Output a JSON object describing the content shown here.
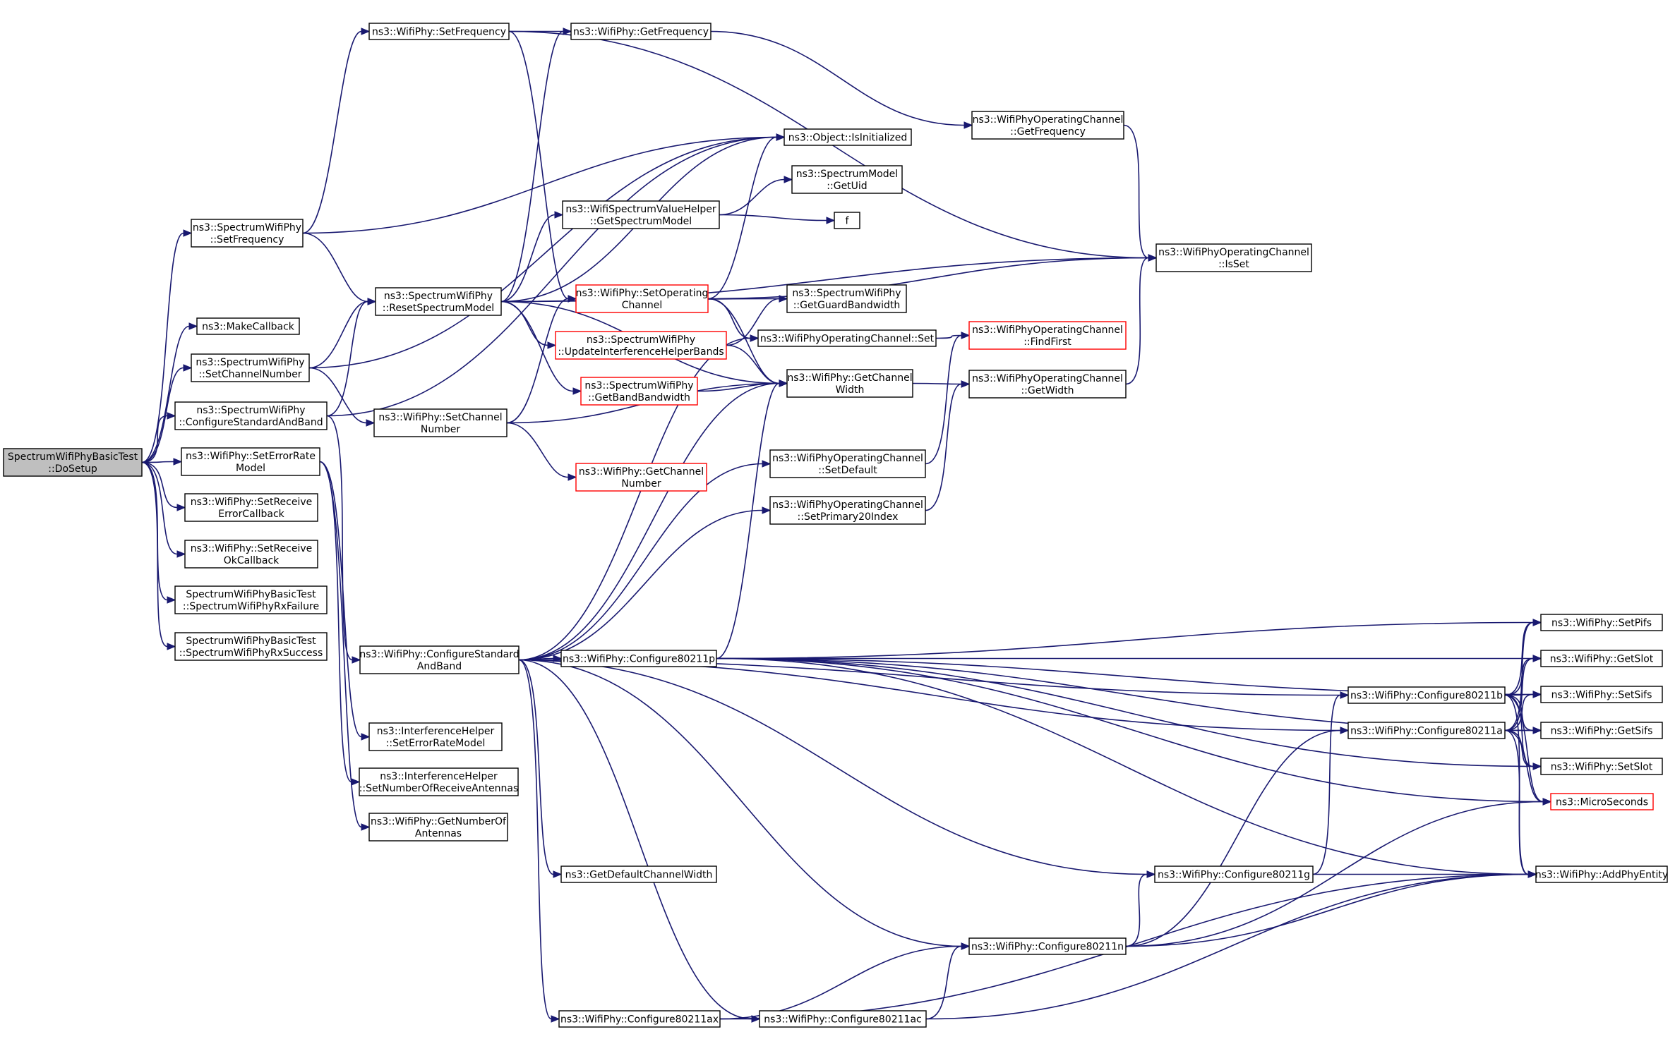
{
  "colors": {
    "edge": "#191970",
    "node_border": "#000000",
    "truncated_border": "#ff0000",
    "root_fill": "#bfbfbf"
  },
  "nodes": [
    {
      "id": "root",
      "lines": [
        "SpectrumWifiPhyBasicTest",
        "::DoSetup"
      ],
      "style": "root"
    },
    {
      "id": "sf",
      "lines": [
        "ns3::SpectrumWifiPhy",
        "::SetFrequency"
      ]
    },
    {
      "id": "mc",
      "lines": [
        "ns3::MakeCallback"
      ]
    },
    {
      "id": "scn",
      "lines": [
        "ns3::SpectrumWifiPhy",
        "::SetChannelNumber"
      ]
    },
    {
      "id": "csab",
      "lines": [
        "ns3::SpectrumWifiPhy",
        "::ConfigureStandardAndBand"
      ]
    },
    {
      "id": "serm",
      "lines": [
        "ns3::WifiPhy::SetErrorRate",
        "Model"
      ]
    },
    {
      "id": "srec",
      "lines": [
        "ns3::WifiPhy::SetReceive",
        "ErrorCallback"
      ]
    },
    {
      "id": "sroc",
      "lines": [
        "ns3::WifiPhy::SetReceive",
        "OkCallback"
      ]
    },
    {
      "id": "rxf",
      "lines": [
        "SpectrumWifiPhyBasicTest",
        "::SpectrumWifiPhyRxFailure"
      ]
    },
    {
      "id": "rxs",
      "lines": [
        "SpectrumWifiPhyBasicTest",
        "::SpectrumWifiPhyRxSuccess"
      ]
    },
    {
      "id": "wsf",
      "lines": [
        "ns3::WifiPhy::SetFrequency"
      ]
    },
    {
      "id": "rsm",
      "lines": [
        "ns3::SpectrumWifiPhy",
        "::ResetSpectrumModel"
      ]
    },
    {
      "id": "wscn",
      "lines": [
        "ns3::WifiPhy::SetChannel",
        "Number"
      ]
    },
    {
      "id": "csb",
      "lines": [
        "ns3::WifiPhy::ConfigureStandard",
        "AndBand"
      ]
    },
    {
      "id": "ihserm",
      "lines": [
        "ns3::InterferenceHelper",
        "::SetErrorRateModel"
      ]
    },
    {
      "id": "ihsnra",
      "lines": [
        "ns3::InterferenceHelper",
        "::SetNumberOfReceiveAntennas"
      ]
    },
    {
      "id": "gnoa",
      "lines": [
        "ns3::WifiPhy::GetNumberOf",
        "Antennas"
      ]
    },
    {
      "id": "gf",
      "lines": [
        "ns3::WifiPhy::GetFrequency"
      ]
    },
    {
      "id": "wsvh",
      "lines": [
        "ns3::WifiSpectrumValueHelper",
        "::GetSpectrumModel"
      ]
    },
    {
      "id": "soc",
      "lines": [
        "ns3::WifiPhy::SetOperating",
        "Channel"
      ],
      "style": "red"
    },
    {
      "id": "uihb",
      "lines": [
        "ns3::SpectrumWifiPhy",
        "::UpdateInterferenceHelperBands"
      ],
      "style": "red"
    },
    {
      "id": "gbb",
      "lines": [
        "ns3::SpectrumWifiPhy",
        "::GetBandBandwidth"
      ],
      "style": "red"
    },
    {
      "id": "gcn",
      "lines": [
        "ns3::WifiPhy::GetChannel",
        "Number"
      ],
      "style": "red"
    },
    {
      "id": "c11p",
      "lines": [
        "ns3::WifiPhy::Configure80211p"
      ]
    },
    {
      "id": "gdcw",
      "lines": [
        "ns3::GetDefaultChannelWidth"
      ]
    },
    {
      "id": "c11ax",
      "lines": [
        "ns3::WifiPhy::Configure80211ax"
      ]
    },
    {
      "id": "isinit",
      "lines": [
        "ns3::Object::IsInitialized"
      ]
    },
    {
      "id": "smgu",
      "lines": [
        "ns3::SpectrumModel",
        "::GetUid"
      ]
    },
    {
      "id": "f",
      "lines": [
        "f"
      ]
    },
    {
      "id": "ggb",
      "lines": [
        "ns3::SpectrumWifiPhy",
        "::GetGuardBandwidth"
      ]
    },
    {
      "id": "wocset",
      "lines": [
        "ns3::WifiPhyOperatingChannel::Set"
      ]
    },
    {
      "id": "gcw",
      "lines": [
        "ns3::WifiPhy::GetChannel",
        "Width"
      ]
    },
    {
      "id": "wocsd",
      "lines": [
        "ns3::WifiPhyOperatingChannel",
        "::SetDefault"
      ]
    },
    {
      "id": "wocsp",
      "lines": [
        "ns3::WifiPhyOperatingChannel",
        "::SetPrimary20Index"
      ]
    },
    {
      "id": "c11ac",
      "lines": [
        "ns3::WifiPhy::Configure80211ac"
      ]
    },
    {
      "id": "wocgf",
      "lines": [
        "ns3::WifiPhyOperatingChannel",
        "::GetFrequency"
      ]
    },
    {
      "id": "wocff",
      "lines": [
        "ns3::WifiPhyOperatingChannel",
        "::FindFirst"
      ],
      "style": "red"
    },
    {
      "id": "wocgw",
      "lines": [
        "ns3::WifiPhyOperatingChannel",
        "::GetWidth"
      ]
    },
    {
      "id": "c11g",
      "lines": [
        "ns3::WifiPhy::Configure80211g"
      ]
    },
    {
      "id": "c11n",
      "lines": [
        "ns3::WifiPhy::Configure80211n"
      ]
    },
    {
      "id": "wocis",
      "lines": [
        "ns3::WifiPhyOperatingChannel",
        "::IsSet"
      ]
    },
    {
      "id": "c11b",
      "lines": [
        "ns3::WifiPhy::Configure80211b"
      ]
    },
    {
      "id": "c11a",
      "lines": [
        "ns3::WifiPhy::Configure80211a"
      ]
    },
    {
      "id": "spifs",
      "lines": [
        "ns3::WifiPhy::SetPifs"
      ]
    },
    {
      "id": "gslot",
      "lines": [
        "ns3::WifiPhy::GetSlot"
      ]
    },
    {
      "id": "ssifs",
      "lines": [
        "ns3::WifiPhy::SetSifs"
      ]
    },
    {
      "id": "gsifs",
      "lines": [
        "ns3::WifiPhy::GetSifs"
      ]
    },
    {
      "id": "sslot",
      "lines": [
        "ns3::WifiPhy::SetSlot"
      ]
    },
    {
      "id": "micro",
      "lines": [
        "ns3::MicroSeconds"
      ],
      "style": "red"
    },
    {
      "id": "ape",
      "lines": [
        "ns3::WifiPhy::AddPhyEntity"
      ]
    }
  ],
  "edges": [
    [
      "root",
      "sf"
    ],
    [
      "root",
      "mc"
    ],
    [
      "root",
      "scn"
    ],
    [
      "root",
      "csab"
    ],
    [
      "root",
      "serm"
    ],
    [
      "root",
      "srec"
    ],
    [
      "root",
      "sroc"
    ],
    [
      "root",
      "rxf"
    ],
    [
      "root",
      "rxs"
    ],
    [
      "sf",
      "wsf"
    ],
    [
      "sf",
      "isinit"
    ],
    [
      "sf",
      "rsm"
    ],
    [
      "scn",
      "isinit"
    ],
    [
      "scn",
      "rsm"
    ],
    [
      "scn",
      "wscn"
    ],
    [
      "csab",
      "isinit"
    ],
    [
      "csab",
      "rsm"
    ],
    [
      "csab",
      "csb"
    ],
    [
      "serm",
      "ihserm"
    ],
    [
      "serm",
      "ihsnra"
    ],
    [
      "serm",
      "gnoa"
    ],
    [
      "wsf",
      "gf"
    ],
    [
      "wsf",
      "soc"
    ],
    [
      "wsf",
      "wocis"
    ],
    [
      "rsm",
      "gf"
    ],
    [
      "rsm",
      "isinit"
    ],
    [
      "rsm",
      "wsvh"
    ],
    [
      "rsm",
      "ggb"
    ],
    [
      "rsm",
      "uihb"
    ],
    [
      "rsm",
      "gbb"
    ],
    [
      "rsm",
      "gcw"
    ],
    [
      "rsm",
      "wocis"
    ],
    [
      "wscn",
      "soc"
    ],
    [
      "wscn",
      "gcn"
    ],
    [
      "wscn",
      "gcw"
    ],
    [
      "gf",
      "wocgf"
    ],
    [
      "wsvh",
      "smgu"
    ],
    [
      "wsvh",
      "f"
    ],
    [
      "soc",
      "isinit"
    ],
    [
      "soc",
      "wocis"
    ],
    [
      "soc",
      "wocset"
    ],
    [
      "soc",
      "gcw"
    ],
    [
      "uihb",
      "ggb"
    ],
    [
      "uihb",
      "gcw"
    ],
    [
      "gbb",
      "gcw"
    ],
    [
      "wocset",
      "wocff"
    ],
    [
      "gcw",
      "wocgw"
    ],
    [
      "wocgf",
      "wocis"
    ],
    [
      "wocgw",
      "wocis"
    ],
    [
      "wocsd",
      "wocff"
    ],
    [
      "wocsp",
      "wocgw"
    ],
    [
      "csb",
      "gcw"
    ],
    [
      "csb",
      "wocset"
    ],
    [
      "csb",
      "wocsd"
    ],
    [
      "csb",
      "wocsp"
    ],
    [
      "csb",
      "c11p"
    ],
    [
      "csb",
      "c11b"
    ],
    [
      "csb",
      "c11a"
    ],
    [
      "csb",
      "gdcw"
    ],
    [
      "csb",
      "c11g"
    ],
    [
      "csb",
      "c11n"
    ],
    [
      "csb",
      "c11ac"
    ],
    [
      "csb",
      "c11ax"
    ],
    [
      "c11p",
      "gcw"
    ],
    [
      "c11p",
      "spifs"
    ],
    [
      "c11p",
      "gslot"
    ],
    [
      "c11p",
      "ssifs"
    ],
    [
      "c11p",
      "gsifs"
    ],
    [
      "c11p",
      "sslot"
    ],
    [
      "c11p",
      "micro"
    ],
    [
      "c11p",
      "ape"
    ],
    [
      "c11b",
      "spifs"
    ],
    [
      "c11b",
      "gslot"
    ],
    [
      "c11b",
      "ssifs"
    ],
    [
      "c11b",
      "gsifs"
    ],
    [
      "c11b",
      "sslot"
    ],
    [
      "c11b",
      "micro"
    ],
    [
      "c11b",
      "ape"
    ],
    [
      "c11a",
      "spifs"
    ],
    [
      "c11a",
      "gslot"
    ],
    [
      "c11a",
      "ssifs"
    ],
    [
      "c11a",
      "gsifs"
    ],
    [
      "c11a",
      "sslot"
    ],
    [
      "c11a",
      "micro"
    ],
    [
      "c11a",
      "ape"
    ],
    [
      "c11g",
      "c11b"
    ],
    [
      "c11g",
      "ape"
    ],
    [
      "c11n",
      "c11g"
    ],
    [
      "c11n",
      "c11a"
    ],
    [
      "c11n",
      "micro"
    ],
    [
      "c11n",
      "ape"
    ],
    [
      "c11ac",
      "c11n"
    ],
    [
      "c11ac",
      "ape"
    ],
    [
      "c11ax",
      "c11n"
    ],
    [
      "c11ax",
      "c11ac"
    ],
    [
      "c11ax",
      "ape"
    ]
  ]
}
